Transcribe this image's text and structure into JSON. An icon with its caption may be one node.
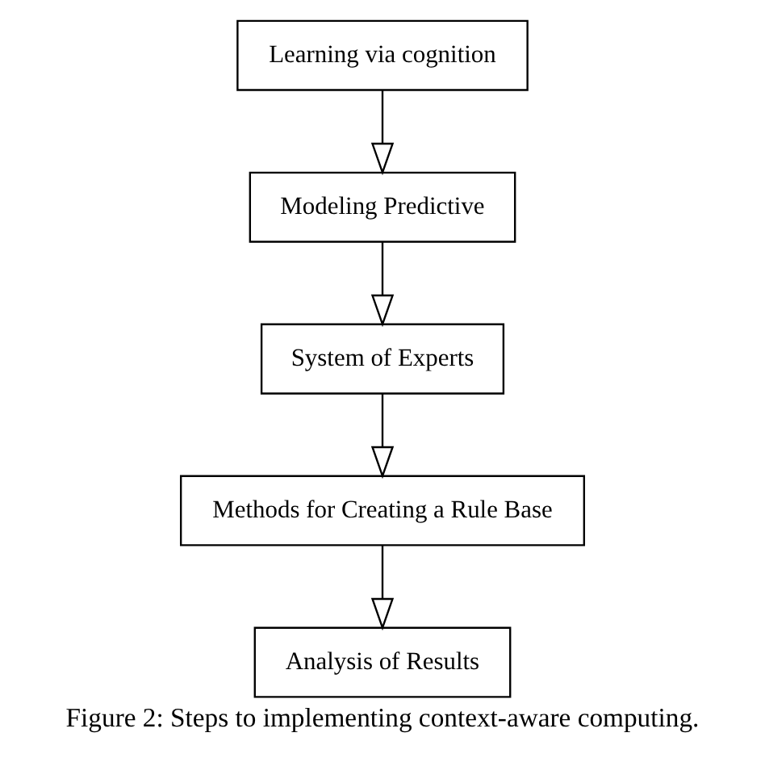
{
  "diagram": {
    "caption": "Figure 2: Steps to implementing context-aware computing.",
    "nodes": [
      {
        "text": [
          "Learning via cognition"
        ]
      },
      {
        "text": [
          "Modeling Predictive"
        ]
      },
      {
        "text": [
          "System of Experts"
        ]
      },
      {
        "text": [
          "Methods for Creating a Rule Base"
        ]
      },
      {
        "text": [
          "Analysis of Results"
        ]
      }
    ],
    "edges": [
      {
        "from": 0,
        "to": 1,
        "arrow": "to"
      },
      {
        "from": 1,
        "to": 2,
        "arrow": "to"
      },
      {
        "from": 2,
        "to": 3,
        "arrow": "to"
      },
      {
        "from": 3,
        "to": 4,
        "arrow": "to"
      }
    ]
  }
}
